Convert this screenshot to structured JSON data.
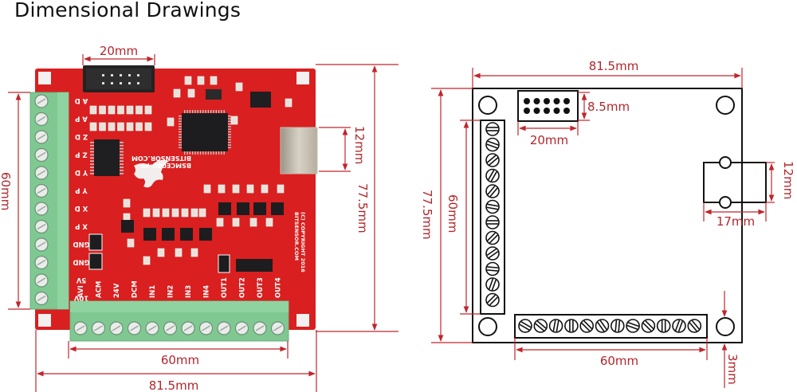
{
  "title": "Dimensional Drawings",
  "photo": {
    "board_color": "#d91f1f",
    "terminal_color": "#7fc892",
    "side_pin_labels": [
      "A D",
      "A P",
      "Z D",
      "Z P",
      "Y D",
      "Y P",
      "X D",
      "X P",
      "GND",
      "GND",
      "5V",
      "10V"
    ],
    "bottom_pin_labels": [
      "AVI",
      "ACM",
      "24V",
      "DCM",
      "IN1",
      "IN2",
      "IN3",
      "IN4",
      "OUT1",
      "OUT2",
      "OUT3",
      "OUT4"
    ],
    "silk_model": "BSMCE04U-PP",
    "silk_site": "BITSENSOR.COM",
    "silk_copyright_1": "BITSENSOR.COM",
    "silk_copyright_2": "(C) COPYRIGHT 2016",
    "dims": {
      "header_width": "20mm",
      "usb_height": "12mm",
      "board_height": "77.5mm",
      "side_terminal": "60mm",
      "bottom_terminal": "60mm",
      "board_width": "81.5mm"
    }
  },
  "drawing": {
    "line_color": "#111111",
    "dim_color": "#c0262d",
    "dims": {
      "board_width": "81.5mm",
      "header_height": "8.5mm",
      "header_width": "20mm",
      "usb_height": "12mm",
      "usb_width": "17mm",
      "board_height": "77.5mm",
      "side_terminal": "60mm",
      "bottom_terminal": "60mm",
      "hole_offset": "3mm"
    },
    "side_screw_count": 12,
    "bottom_screw_count": 12
  }
}
